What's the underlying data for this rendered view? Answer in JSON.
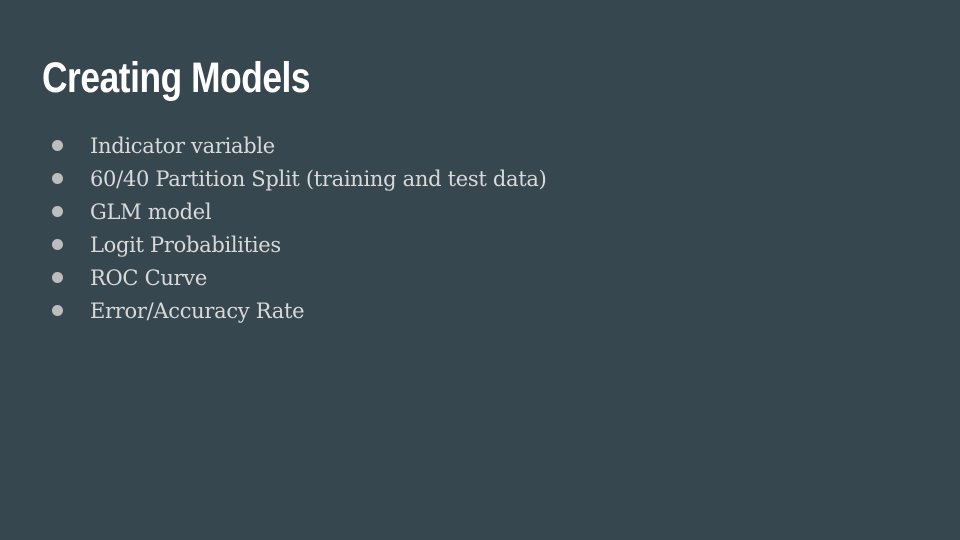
{
  "slide": {
    "title": "Creating Models",
    "bullets": [
      "Indicator variable",
      "60/40 Partition Split (training and test data)",
      "GLM model",
      "Logit Probabilities",
      "ROC Curve",
      "Error/Accuracy Rate"
    ]
  },
  "colors": {
    "background": "#37474f",
    "title": "#ffffff",
    "bullet_text": "#d9d9d9",
    "bullet_dot": "#bdbdbd"
  }
}
